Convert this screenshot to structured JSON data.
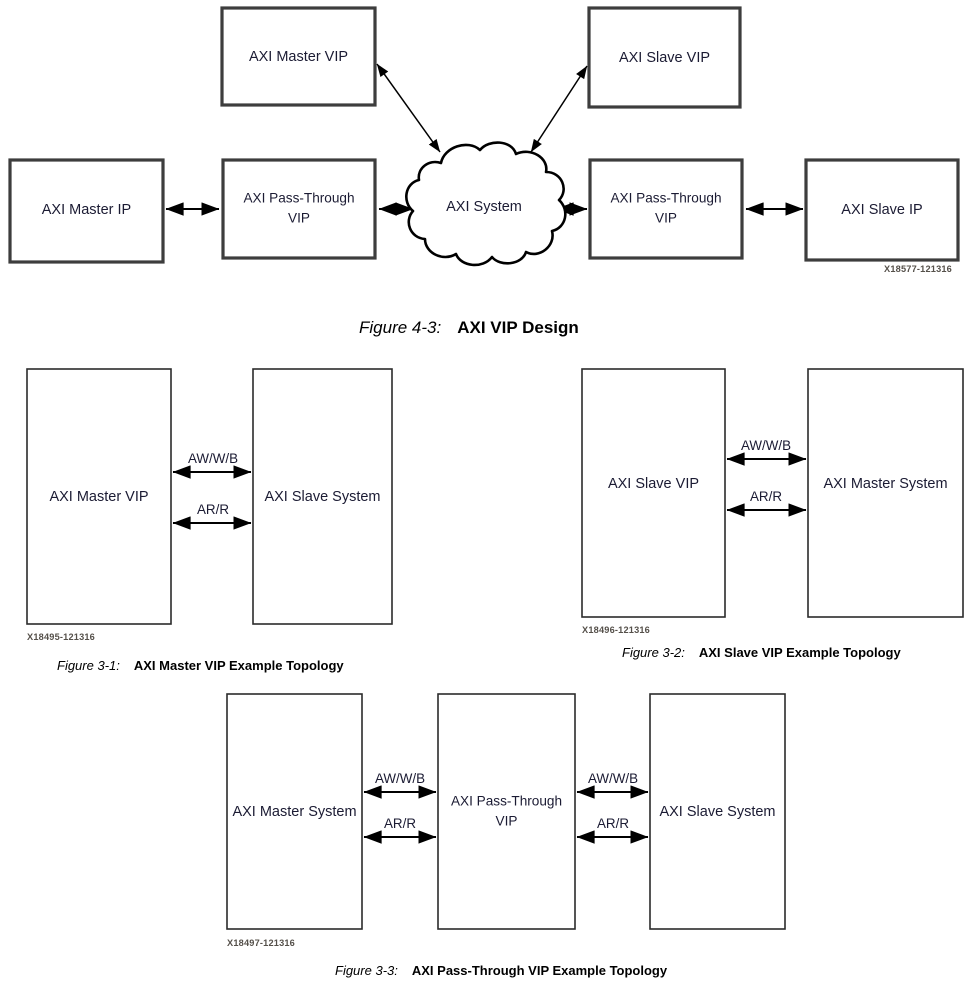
{
  "document": {
    "kind": "technical-figure-page",
    "background": "#ffffff"
  },
  "colors": {
    "box_stroke_thick": "#3d3d3d",
    "box_stroke_thin": "#2b2b2b",
    "arrow": "#000000",
    "text": "#1b1b33",
    "figure_id_text": "#55504a"
  },
  "figures": [
    {
      "id": "fig-4-3",
      "figure_number": "Figure 4-3:",
      "title": "AXI VIP Design",
      "image_id": "X18577-121316",
      "nodes": {
        "master_vip": "AXI Master VIP",
        "slave_vip": "AXI Slave VIP",
        "master_ip": "AXI Master IP",
        "pass_through_left_line1": "AXI Pass-Through",
        "pass_through_left_line2": "VIP",
        "system": "AXI System",
        "pass_through_right_line1": "AXI Pass-Through",
        "pass_through_right_line2": "VIP",
        "slave_ip": "AXI Slave IP"
      }
    },
    {
      "id": "fig-3-1",
      "figure_number": "Figure 3-1:",
      "title": "AXI Master VIP Example Topology",
      "image_id": "X18495-121316",
      "nodes": {
        "left": "AXI Master VIP",
        "right": "AXI Slave System"
      },
      "signals": {
        "write": "AW/W/B",
        "read": "AR/R"
      }
    },
    {
      "id": "fig-3-2",
      "figure_number": "Figure 3-2:",
      "title": "AXI Slave VIP Example Topology",
      "image_id": "X18496-121316",
      "nodes": {
        "left": "AXI Slave VIP",
        "right": "AXI Master System"
      },
      "signals": {
        "write": "AW/W/B",
        "read": "AR/R"
      }
    },
    {
      "id": "fig-3-3",
      "figure_number": "Figure 3-3:",
      "title": "AXI Pass-Through VIP Example Topology",
      "image_id": "X18497-121316",
      "nodes": {
        "left": "AXI Master System",
        "middle_line1": "AXI Pass-Through",
        "middle_line2": "VIP",
        "right": "AXI Slave System"
      },
      "signals": {
        "left_write": "AW/W/B",
        "left_read": "AR/R",
        "right_write": "AW/W/B",
        "right_read": "AR/R"
      }
    }
  ]
}
